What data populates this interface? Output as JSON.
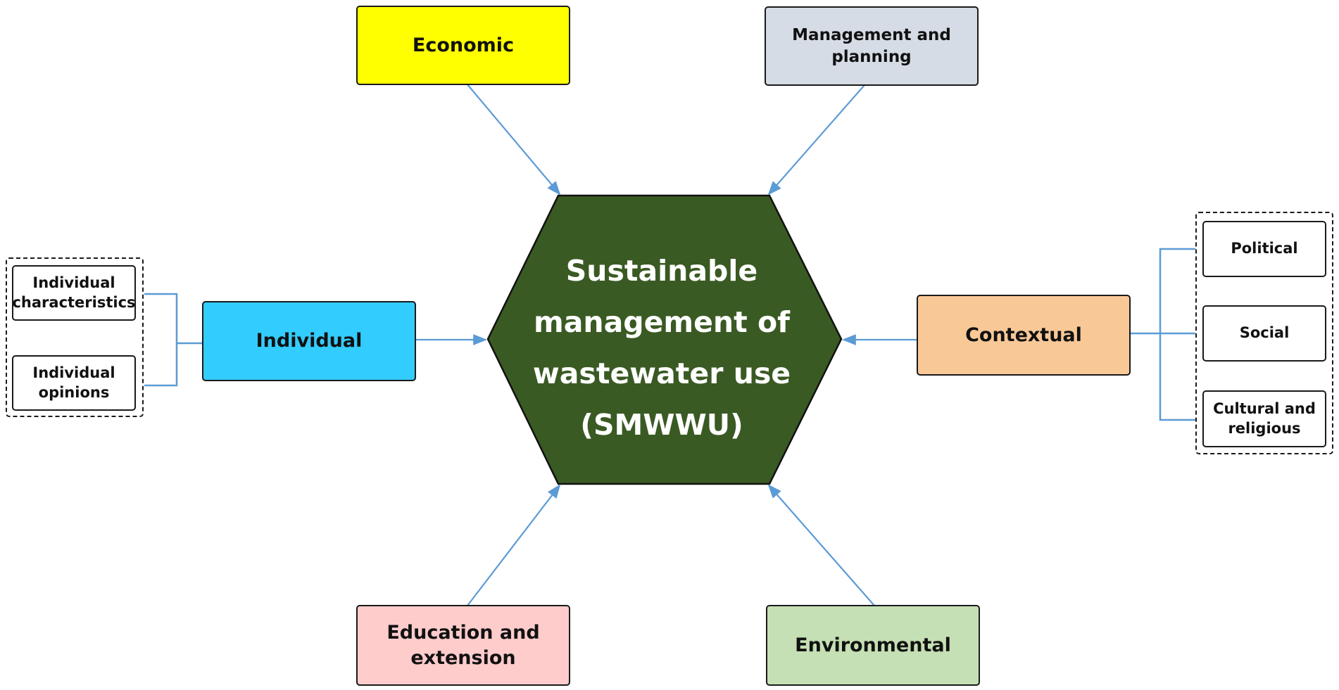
{
  "center": {
    "line1": "Sustainable",
    "line2": "management of",
    "line3": "wastewater use",
    "line4": "(SMWWU)"
  },
  "factors": {
    "economic": {
      "label": "Economic"
    },
    "management": {
      "line1": "Management and",
      "line2": "planning"
    },
    "individual": {
      "label": "Individual"
    },
    "contextual": {
      "label": "Contextual"
    },
    "education": {
      "line1": "Education and",
      "line2": "extension"
    },
    "environmental": {
      "label": "Environmental"
    }
  },
  "individual_sub": {
    "characteristics": {
      "line1": "Individual",
      "line2": "characteristics"
    },
    "opinions": {
      "line1": "Individual",
      "line2": "opinions"
    }
  },
  "contextual_sub": {
    "political": {
      "label": "Political"
    },
    "social": {
      "label": "Social"
    },
    "cultural": {
      "line1": "Cultural and",
      "line2": "religious"
    }
  },
  "colors": {
    "hexagon": "#3a5a23",
    "economic": "#ffff00",
    "management": "#d6dce5",
    "individual": "#33ccff",
    "contextual": "#f9c897",
    "education": "#ffcccc",
    "environmental": "#c5e0b4",
    "connector": "#5b9bd5"
  }
}
